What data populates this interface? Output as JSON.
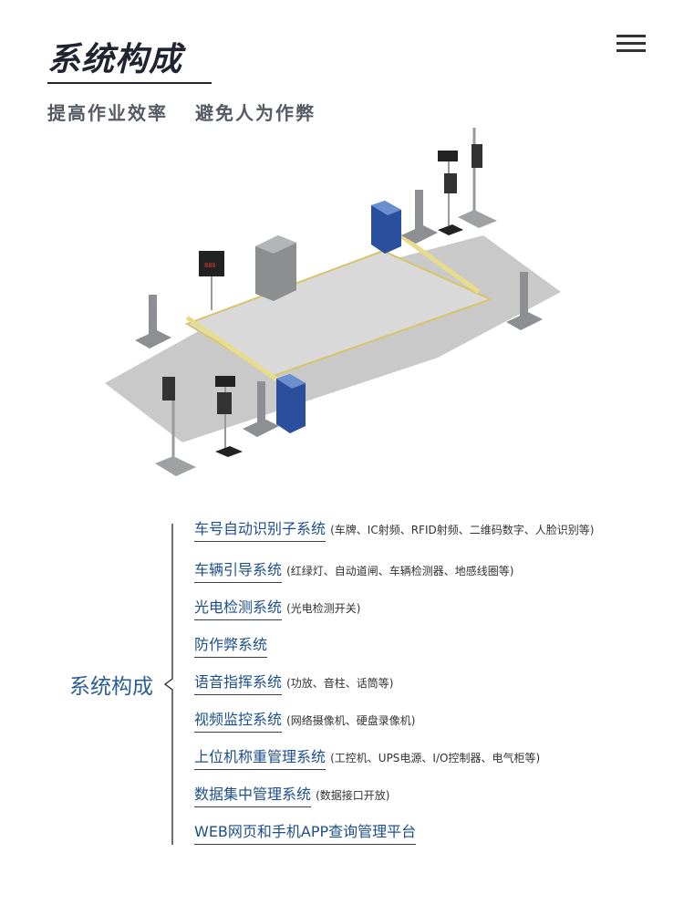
{
  "header": {
    "title": "系统构成",
    "subtitle_left": "提高作业效率",
    "subtitle_right": "避免人为作弊"
  },
  "illustration": {
    "display_text": "888"
  },
  "composition": {
    "label": "系统构成",
    "items": [
      {
        "name": "车号自动识别子系统",
        "note": "(车牌、IC射频、RFID射频、二维码数字、人脸识别等)"
      },
      {
        "name": "车辆引导系统",
        "note": "(红绿灯、自动道闸、车辆检测器、地感线圈等)"
      },
      {
        "name": "光电检测系统",
        "note": "(光电检测开关)"
      },
      {
        "name": "防作弊系统",
        "note": ""
      },
      {
        "name": "语音指挥系统",
        "note": "(功放、音柱、话筒等)"
      },
      {
        "name": "视频监控系统",
        "note": "(网络摄像机、硬盘录像机)"
      },
      {
        "name": "上位机称重管理系统",
        "note": "(工控机、UPS电源、I/O控制器、电气柜等)"
      },
      {
        "name": "数据集中管理系统",
        "note": "(数据接口开放)"
      },
      {
        "name": "WEB网页和手机APP查询管理平台",
        "note": ""
      }
    ]
  }
}
